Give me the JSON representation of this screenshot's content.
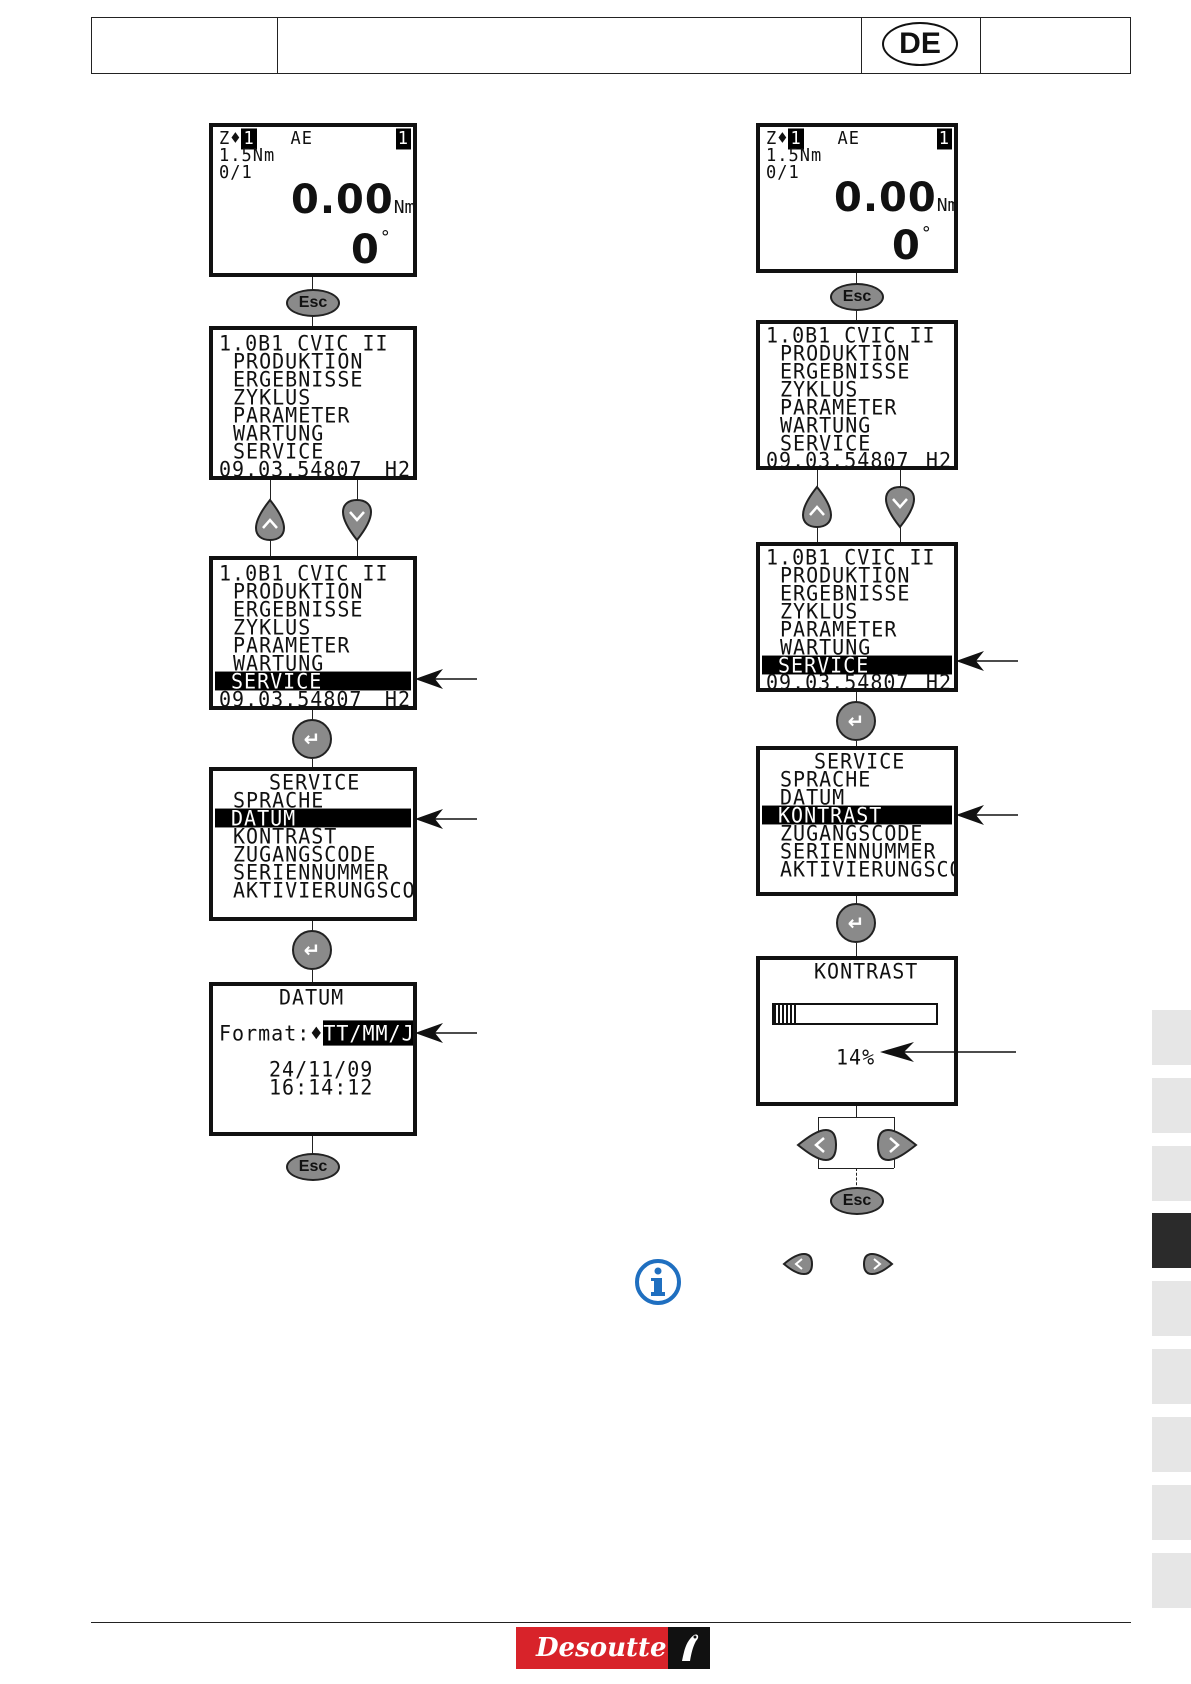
{
  "header": {
    "language_badge": "DE"
  },
  "left_flow": {
    "screen_main": {
      "line1_left": "Z♦",
      "line1_prog": "1",
      "line1_mode": "AE",
      "line1_right": "1",
      "line2": "1.5Nm",
      "line3": "0/1",
      "torque": "0.00",
      "torque_unit": "Nm",
      "angle": "0",
      "angle_unit": "°"
    },
    "esc_label": "Esc",
    "screen_menu": {
      "title": "1.0B1 CVIC II",
      "items": [
        "PRODUKTION",
        "ERGEBNISSE",
        "ZYKLUS",
        "PARAMETER",
        "WARTUNG",
        "SERVICE"
      ],
      "footer_left": "09.03.54807",
      "footer_right": "H2"
    },
    "screen_service": {
      "title": "SERVICE",
      "items": [
        "SPRACHE",
        "DATUM",
        "KONTRAST",
        "ZUGANGSCODE",
        "SERIENNUMMER",
        "AKTIVIERUNGSCOD"
      ]
    },
    "screen_datum": {
      "title": "DATUM",
      "format_label": "Format:",
      "format_value": "TT/MM/JJ",
      "date": "24/11/09",
      "time": "16:14:12"
    },
    "esc_bottom_label": "Esc"
  },
  "right_flow": {
    "esc_label": "Esc",
    "screen_kontrast": {
      "title": "KONTRAST",
      "value": "14%",
      "level": 0.14
    },
    "esc_bottom_label": "Esc"
  },
  "footer": {
    "brand": "Desoutter"
  }
}
